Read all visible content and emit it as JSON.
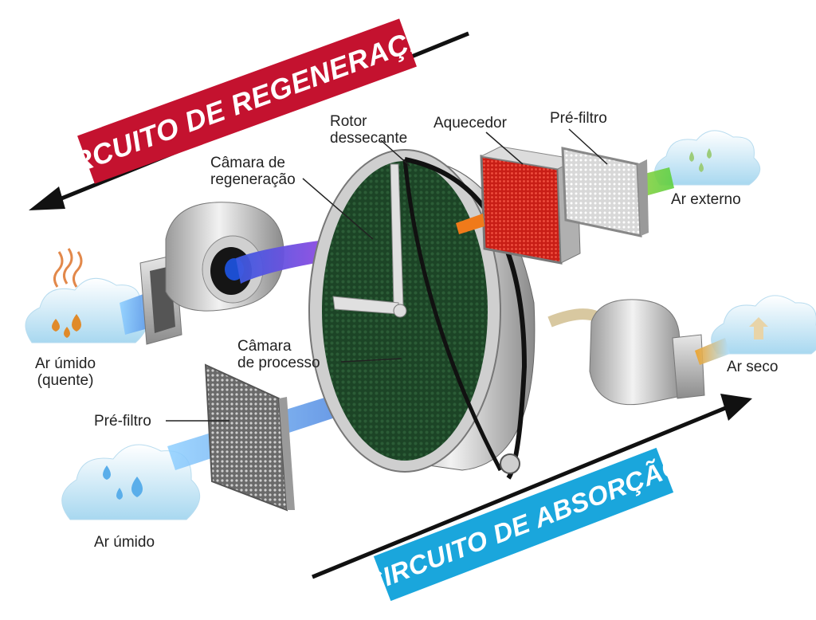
{
  "banners": {
    "regeneration": "CIRCUITO DE REGENERAÇÃO",
    "absorption": "CIRCUITO DE ABSORÇÃO"
  },
  "labels": {
    "rotor_line1": "Rotor",
    "rotor_line2": "dessecante",
    "heater": "Aquecedor",
    "prefilter_top": "Pré-filtro",
    "regen_chamber_line1": "Câmara de",
    "regen_chamber_line2": "regeneração",
    "outside_air": "Ar externo",
    "humid_hot_line1": "Ar úmido",
    "humid_hot_line2": "(quente)",
    "process_chamber_line1": "Câmara",
    "process_chamber_line2": "de processo",
    "dry_air": "Ar seco",
    "prefilter_left": "Pré-filtro",
    "humid_air": "Ar úmido"
  },
  "colors": {
    "regeneration_red": "#c4122f",
    "absorption_blue": "#1aa6dc",
    "rotor_green": "#1f4a2a",
    "heater_red": "#d42a1c"
  }
}
